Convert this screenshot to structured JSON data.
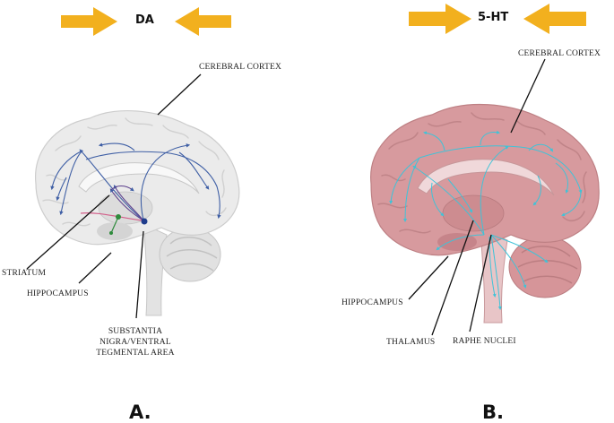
{
  "colors": {
    "arrow": "#F2B01E",
    "brain_a": "#E8E8E8",
    "brain_b": "#D9A0A3",
    "pathway_a": "#3F5FA5",
    "pathway_b": "#3FC3D8"
  },
  "panels": [
    {
      "letter": "A.",
      "neurotransmitter": "DA",
      "labels": {
        "cortex": "CEREBRAL CORTEX",
        "striatum": "STRIATUM",
        "hippocampus": "HIPPOCAMPUS",
        "substantia": [
          "SUBSTANTIA",
          "NIGRA/VENTRAL",
          "TEGMENTAL AREA"
        ]
      }
    },
    {
      "letter": "B.",
      "neurotransmitter": "5-HT",
      "labels": {
        "cortex": "CEREBRAL CORTEX",
        "hippocampus": "HIPPOCAMPUS",
        "thalamus": "THALAMUS",
        "raphe": "RAPHE NUCLEI"
      }
    }
  ]
}
